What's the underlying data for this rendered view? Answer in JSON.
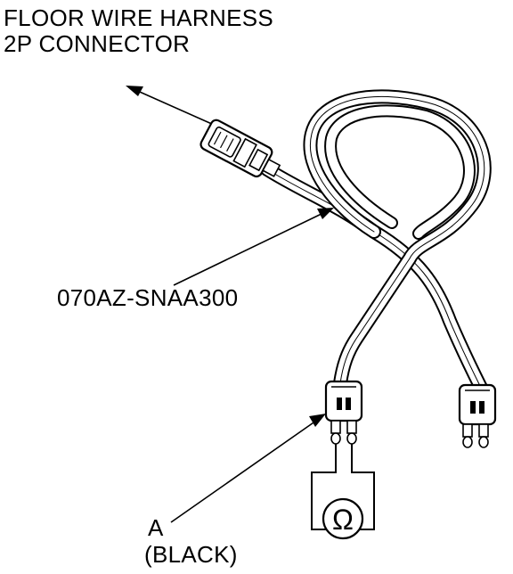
{
  "title": {
    "line1": "FLOOR WIRE HARNESS",
    "line2": "2P CONNECTOR"
  },
  "callouts": {
    "part_number": "070AZ-SNAA300",
    "connector_a": "A",
    "connector_a_color": "(BLACK)"
  },
  "meter_symbol": "Ω",
  "colors": {
    "ink": "#000000",
    "paper": "#ffffff"
  }
}
